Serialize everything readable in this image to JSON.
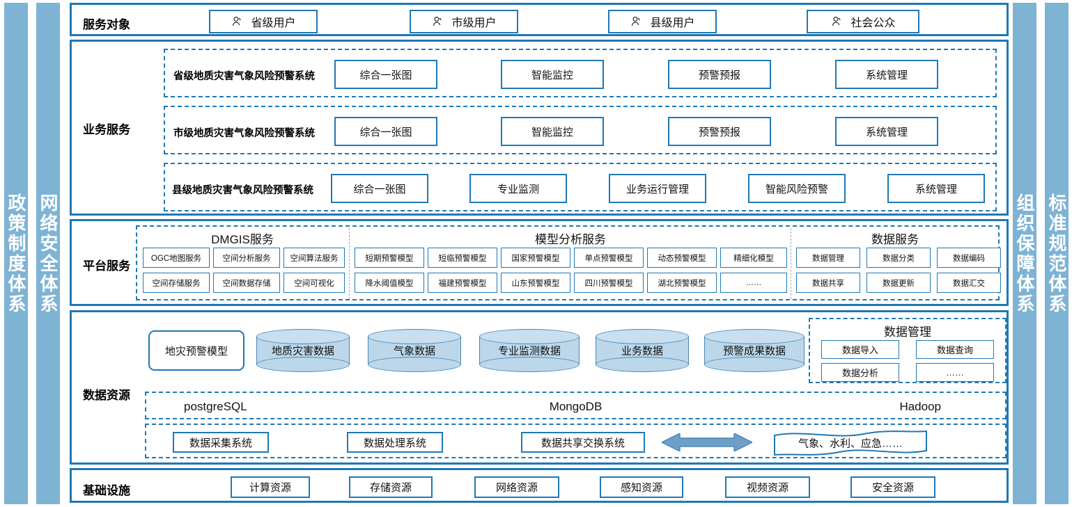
{
  "side_bars": {
    "left": [
      {
        "name": "policy",
        "label": "政策制度体系"
      },
      {
        "name": "network-security",
        "label": "网络安全体系"
      }
    ],
    "right": [
      {
        "name": "organization",
        "label": "组织保障体系"
      },
      {
        "name": "standard",
        "label": "标准规范体系"
      }
    ]
  },
  "colors": {
    "bar_fill": "#7eb3d4",
    "border_blue": "#1f78b4",
    "cylinder_fill": "#bcd7ea",
    "arrow_fill": "#6f9fc8"
  },
  "service_objects": {
    "label": "服务对象",
    "items": [
      {
        "icon": "person-icon",
        "label": "省级用户"
      },
      {
        "icon": "person-icon",
        "label": "市级用户"
      },
      {
        "icon": "person-icon",
        "label": "县级用户"
      },
      {
        "icon": "person-icon",
        "label": "社会公众"
      }
    ]
  },
  "business_service": {
    "label": "业务服务",
    "rows": [
      {
        "system": "省级地质灾害气象风险预警系统",
        "modules": [
          "综合一张图",
          "智能监控",
          "预警预报",
          "系统管理"
        ]
      },
      {
        "system": "市级地质灾害气象风险预警系统",
        "modules": [
          "综合一张图",
          "智能监控",
          "预警预报",
          "系统管理"
        ]
      },
      {
        "system": "县级地质灾害气象风险预警系统",
        "modules": [
          "综合一张图",
          "专业监测",
          "业务运行管理",
          "智能风险预警",
          "系统管理"
        ]
      }
    ]
  },
  "platform_service": {
    "label": "平台服务",
    "groups": [
      {
        "title": "DMGIS服务",
        "items": [
          "OGC地图服务",
          "空间分析服务",
          "空间算法服务",
          "空间存储服务",
          "空间数据存储",
          "空间可视化"
        ]
      },
      {
        "title": "模型分析服务",
        "items": [
          "短期预警模型",
          "短临预警模型",
          "国家预警模型",
          "单点预警模型",
          "动态预警模型",
          "精细化模型",
          "降水阈值模型",
          "福建预警模型",
          "山东预警模型",
          "四川预警模型",
          "湖北预警模型",
          "……"
        ]
      },
      {
        "title": "数据服务",
        "items": [
          "数据管理",
          "数据分类",
          "数据编码",
          "数据共享",
          "数据更新",
          "数据汇交"
        ]
      }
    ]
  },
  "data_resource": {
    "label": "数据资源",
    "model_box": "地灾预警模型",
    "cylinders": [
      "地质灾害数据",
      "气象数据",
      "专业监测数据",
      "业务数据",
      "预警成果数据"
    ],
    "data_management": {
      "title": "数据管理",
      "items": [
        "数据导入",
        "数据查询",
        "数据分析",
        "……"
      ]
    },
    "databases": [
      "postgreSQL",
      "MongoDB",
      "Hadoop"
    ],
    "systems": [
      "数据采集系统",
      "数据处理系统",
      "数据共享交换系统"
    ],
    "exchange_arrow": "double-arrow-icon",
    "external": "气象、水利、应急……"
  },
  "infrastructure": {
    "label": "基础设施",
    "items": [
      "计算资源",
      "存储资源",
      "网络资源",
      "感知资源",
      "视频资源",
      "安全资源"
    ]
  }
}
